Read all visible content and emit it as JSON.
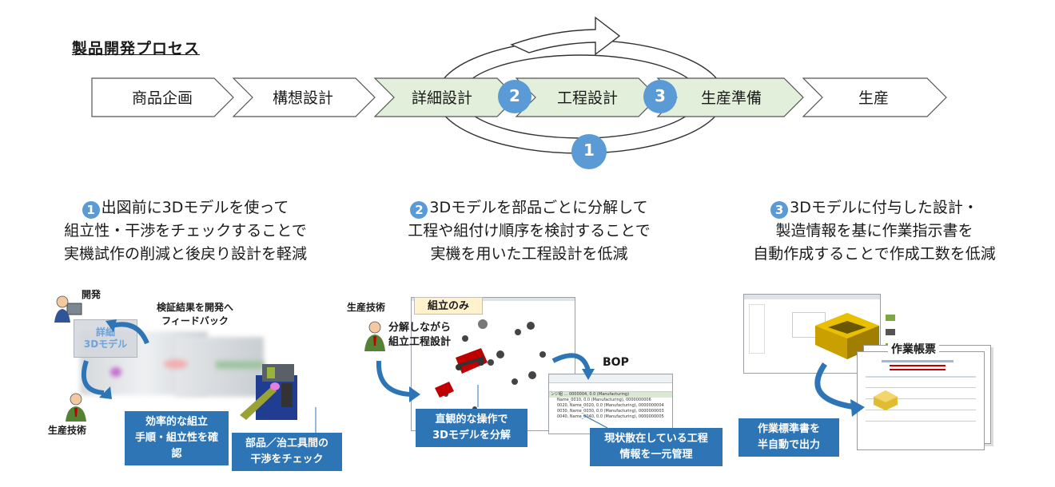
{
  "title": "製品開発プロセス",
  "process_steps": [
    {
      "label": "商品企画"
    },
    {
      "label": "構想設計"
    },
    {
      "label": "詳細設計"
    },
    {
      "label": "工程設計"
    },
    {
      "label": "生産準備"
    },
    {
      "label": "生産"
    }
  ],
  "markers": {
    "one": "1",
    "two": "2",
    "three": "3"
  },
  "descriptions": [
    {
      "num": "1",
      "lines": [
        "出図前に3Dモデルを使って",
        "組立性・干渉をチェックすることで",
        "実機試作の削減と後戻り設計を軽減"
      ]
    },
    {
      "num": "2",
      "lines": [
        "3Dモデルを部品ごとに分解して",
        "工程や組付け順序を検討することで",
        "実機を用いた工程設計を低減"
      ]
    },
    {
      "num": "3",
      "lines": [
        "3Dモデルに付与した設計・",
        "製造情報を基に作業指示書を",
        "自動作成することで作成工数を低減"
      ]
    }
  ],
  "panel1": {
    "dev_label": "開発",
    "feedback": [
      "検証結果を開発へ",
      "フィードバック"
    ],
    "model_label": [
      "詳細",
      "3Dモデル"
    ],
    "eng_label": "生産技術",
    "callout_a": [
      "効率的な組立",
      "手順・組立性を確認"
    ],
    "callout_b": [
      "部品／治工具間の",
      "干渉をチェック"
    ]
  },
  "panel2": {
    "eng_label": "生産技術",
    "tab_label": "組立のみ",
    "person_caption": [
      "分解しながら",
      "組立工程設計"
    ],
    "bop_label": "BOP",
    "bop_rows": [
      "ンジ組 ... 0000004, 0.0 (Manufacturing)",
      "Name_0010, 0.0 (Manufacturing), 0000000006",
      "0020, Name_0020, 0.0 (Manufacturing), 0000000004",
      "0030, Name_0030, 0.0 (Manufacturing), 0000000003",
      "0040, Name_0040, 0.0 (Manufacturing), 0000000005"
    ],
    "callout_a": [
      "直観的な操作で",
      "3Dモデルを分解"
    ],
    "callout_b": [
      "現状散在している工程",
      "情報を一元管理"
    ]
  },
  "panel3": {
    "sheet_title": "作業帳票",
    "callout": [
      "作業標準書を",
      "半自動で出力"
    ]
  },
  "colors": {
    "accent": "#5b9bd5",
    "callout": "#2e75b6",
    "highlight_box": "#e2efda"
  }
}
